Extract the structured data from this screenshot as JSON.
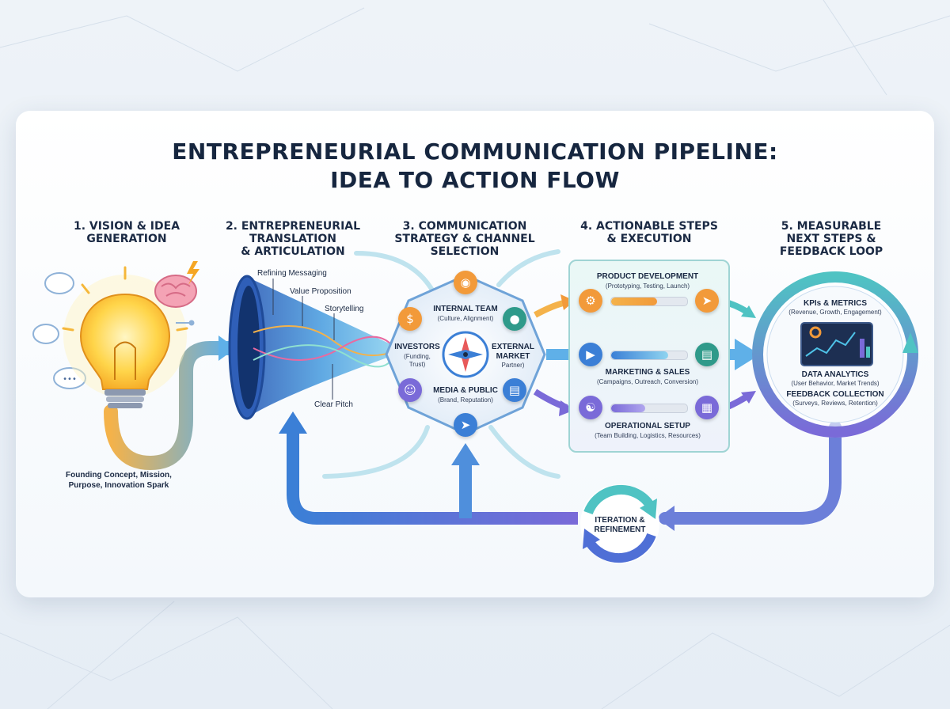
{
  "title": {
    "line1": "ENTREPRENEURIAL COMMUNICATION PIPELINE:",
    "line2": "IDEA TO ACTION FLOW"
  },
  "stages": [
    {
      "line1": "1. VISION & IDEA",
      "line2": "GENERATION"
    },
    {
      "line1": "2. ENTREPRENEURIAL",
      "line2": "TRANSLATION",
      "line3": "& ARTICULATION"
    },
    {
      "line1": "3. COMMUNICATION",
      "line2": "STRATEGY & CHANNEL",
      "line3": "SELECTION"
    },
    {
      "line1": "4. ACTIONABLE STEPS",
      "line2": "& EXECUTION"
    },
    {
      "line1": "5. MEASURABLE",
      "line2": "NEXT STEPS &",
      "line3": "FEEDBACK LOOP"
    }
  ],
  "vision": {
    "caption_line1": "Founding Concept, Mission,",
    "caption_line2": "Purpose, Innovation Spark",
    "bubble_text": "•••"
  },
  "funnel": {
    "labels": [
      "Refining Messaging",
      "Value Proposition",
      "Storytelling",
      "Clear Pitch"
    ]
  },
  "strategy": {
    "internal": {
      "title": "INTERNAL TEAM",
      "sub": "(Culture, Alignment)"
    },
    "investors": {
      "title": "INVESTORS",
      "sub1": "(Funding,",
      "sub2": "Trust)"
    },
    "external": {
      "title1": "EXTERNAL",
      "title2": "MARKET",
      "sub": "Partner)"
    },
    "media": {
      "title": "MEDIA & PUBLIC",
      "sub": "(Brand, Reputation)"
    }
  },
  "execution": {
    "product": {
      "title": "PRODUCT DEVELOPMENT",
      "sub": "(Prototyping, Testing, Launch)"
    },
    "marketing": {
      "title": "MARKETING & SALES",
      "sub": "(Campaigns, Outreach, Conversion)"
    },
    "operations": {
      "title": "OPERATIONAL SETUP",
      "sub": "(Team Building, Logistics, Resources)"
    }
  },
  "feedback": {
    "kpis": {
      "title": "KPIs & METRICS",
      "sub": "(Revenue, Growth, Engagement)"
    },
    "analytics": {
      "title": "DATA ANALYTICS",
      "sub": "(User Behavior, Market Trends)"
    },
    "collection": {
      "title": "FEEDBACK COLLECTION",
      "sub": "(Surveys, Reviews, Retention)"
    }
  },
  "iteration": {
    "line1": "ITERATION &",
    "line2": "REFINEMENT"
  },
  "colors": {
    "accent_blue": "#3b7fd6",
    "accent_purple": "#7a6ad8",
    "accent_teal": "#4fc3c3",
    "accent_orange": "#f29a3a",
    "bulb_yellow": "#ffd54a"
  },
  "icons": {
    "brain": "brain-icon",
    "lightning": "lightning-icon",
    "compass": "compass-icon",
    "team": "team-icon",
    "investor": "investor-icon",
    "media": "media-icon",
    "megaphone": "megaphone-icon",
    "gear": "gear-icon",
    "rocket": "rocket-icon",
    "handshake": "handshake-icon",
    "cart": "cart-icon",
    "buildings": "buildings-icon",
    "dashboard": "dashboard-icon"
  }
}
